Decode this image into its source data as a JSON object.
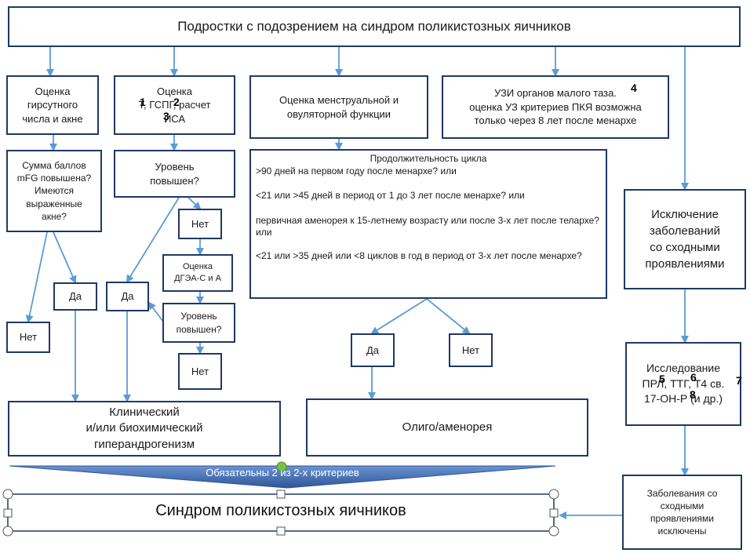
{
  "title": "Подростки с подозрением на синдром поликистозных яичников",
  "nodes": {
    "hirsut": "Оценка\nгирсутного\nчисла и акне",
    "t_gspg": "Оценка\nТ, ГСПГ, расчет\nИСА",
    "menstrual": "Оценка менструальной и\nовуляторной функции",
    "uzi": "УЗИ органов малого таза.\nоценка УЗ критериев ПКЯ возможна\nтолько через 8 лет после менархе",
    "mfg": "Сумма баллов\nmFG повышена?\nИмеются\nвыраженные\nакне?",
    "level1": "Уровень\nповышен?",
    "no_a": "Нет",
    "dgea": "Оценка\nДГЭА-С и А",
    "level2": "Уровень\nповышен?",
    "no_b": "Нет",
    "yes_a": "Да",
    "no_c": "Нет",
    "yes_b": "Да",
    "cycle_title": "Продолжительность цикла",
    "cycle_1": ">90 дней  на первом году после  менархе? или",
    "cycle_2": "<21  или  >45 дней в период от 1 до 3 лет после менархе? или",
    "cycle_3": "первичная аменорея  к  15-летнему возрасту или  после  3-х лет после телархе? или",
    "cycle_4": "<21 или >35 дней или <8 циклов в год  в период от 3-х лет после менархе?",
    "yes_c": "Да",
    "no_d": "Нет",
    "exclusion": "Исключение\nзаболеваний\nсо сходными\nпроявлениями",
    "research": "Исследование\nПРЛ, ТТГ, Т4 св.\n17-ОН-Р (и др.)",
    "hyperandro": "Клинический\nи/или биохимический\nгиперандрогенизм",
    "oligo": "Олиго/аменорея",
    "excluded": "Заболевания со\nсходными\nпроявлениями\nисключены",
    "criteria": "Обязательны 2 из 2-х критериев",
    "pcos": "Синдром поликистозных яичников"
  },
  "markers": [
    "1",
    "2",
    "3",
    "4",
    "5",
    "6",
    "7",
    "8"
  ],
  "colors": {
    "border": "#1f3864",
    "arrow": "#5b9bd5",
    "banner": "#3f6fb5",
    "handle": "#7ac143"
  }
}
